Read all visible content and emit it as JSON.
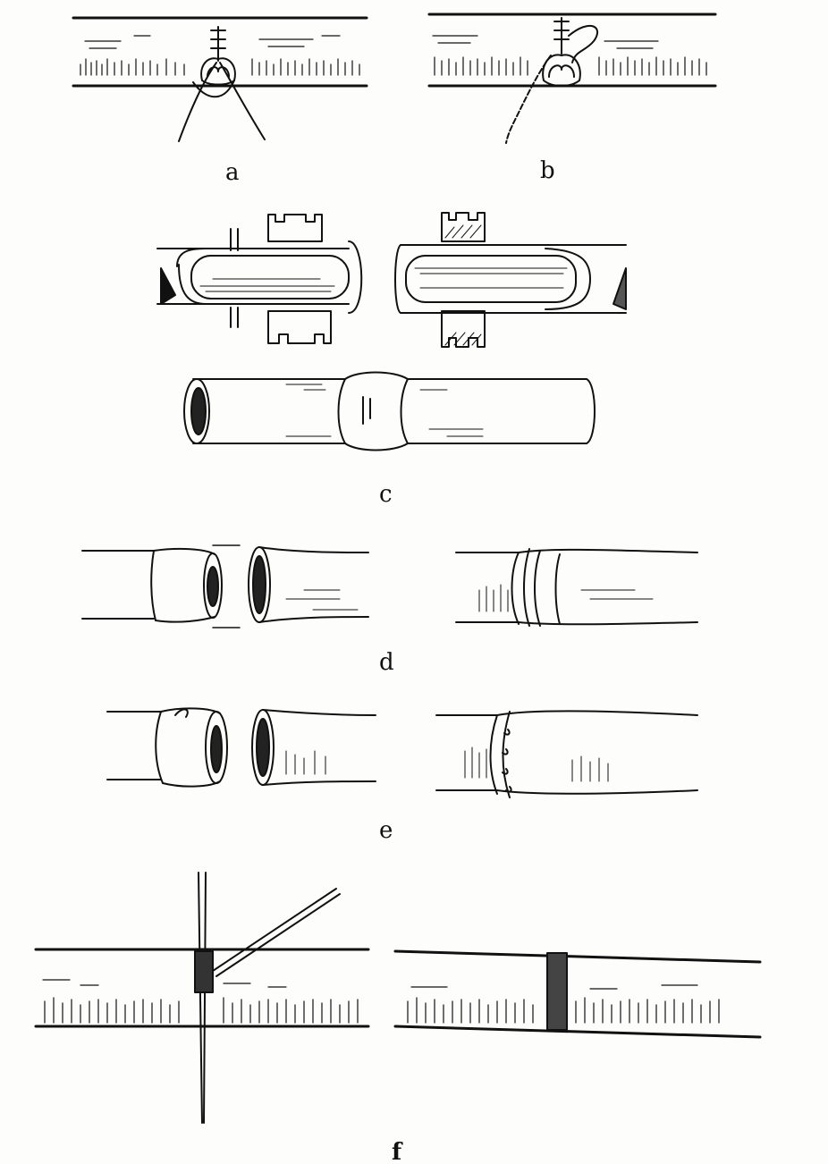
{
  "figure": {
    "ink_color": "#111111",
    "paper_color": "#fdfdfb",
    "panels": [
      {
        "id": "a",
        "label": "a"
      },
      {
        "id": "b",
        "label": "b"
      },
      {
        "id": "c",
        "label": "c"
      },
      {
        "id": "d",
        "label": "d"
      },
      {
        "id": "e",
        "label": "e"
      },
      {
        "id": "f",
        "label": "f"
      }
    ]
  }
}
